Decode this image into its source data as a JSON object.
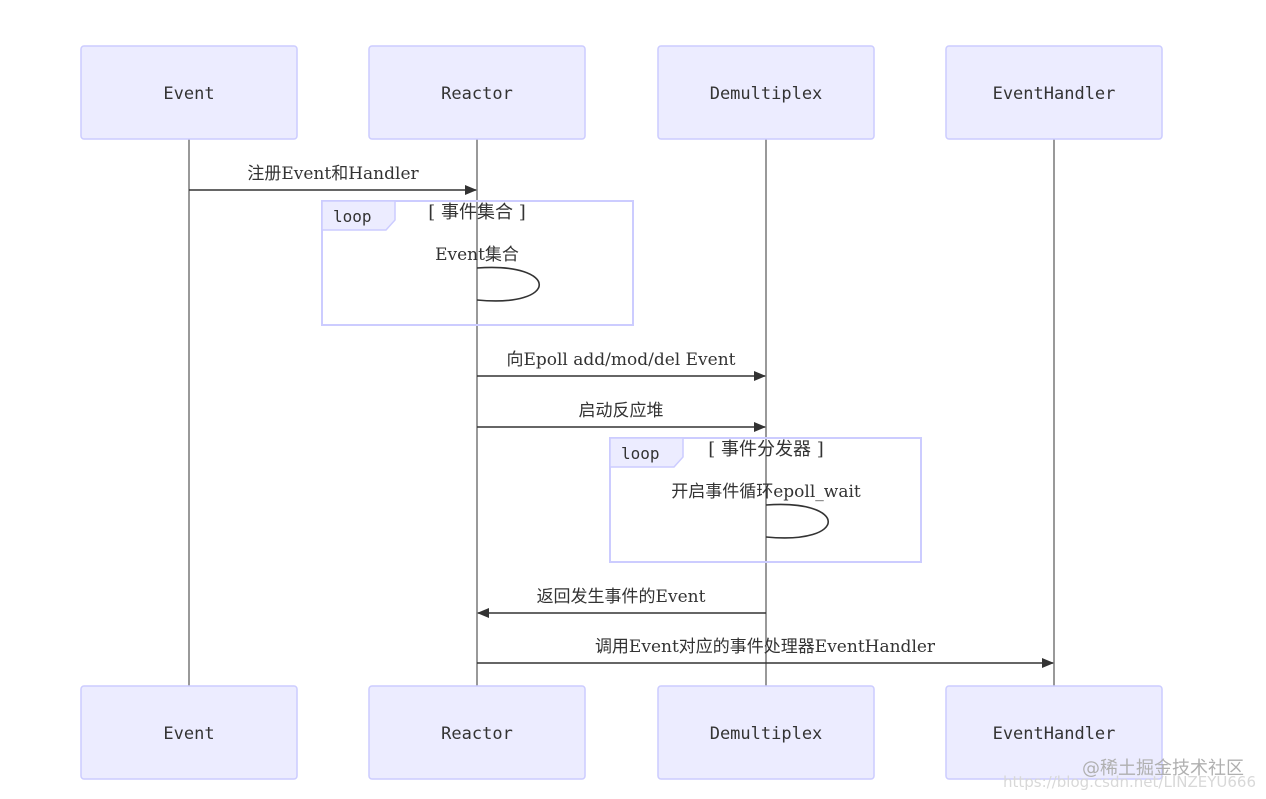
{
  "actors": [
    {
      "id": "event",
      "label": "Event"
    },
    {
      "id": "reactor",
      "label": "Reactor"
    },
    {
      "id": "demux",
      "label": "Demultiplex"
    },
    {
      "id": "handler",
      "label": "EventHandler"
    }
  ],
  "messages": [
    {
      "label": "注册Event和Handler"
    },
    {
      "label": "Event集合"
    },
    {
      "label": "向Epoll add/mod/del Event"
    },
    {
      "label": "启动反应堆"
    },
    {
      "label": "开启事件循环epoll_wait"
    },
    {
      "label": "返回发生事件的Event"
    },
    {
      "label": "调用Event对应的事件处理器EventHandler"
    }
  ],
  "loops": [
    {
      "keyword": "loop",
      "title": "[ 事件集合 ]"
    },
    {
      "keyword": "loop",
      "title": "[ 事件分发器 ]"
    }
  ],
  "watermark": {
    "url": "https://blog.csdn.net/LINZEYU666",
    "brand": "@稀土掘金技术社区"
  }
}
